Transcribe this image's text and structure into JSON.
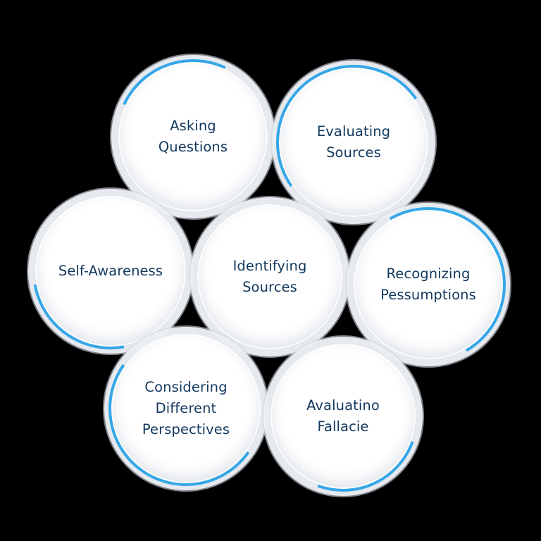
{
  "diagram": {
    "accent_color": "#35a7e8",
    "text_color": "#12385e",
    "background": "#000000",
    "bubbles": [
      {
        "id": "asking-questions",
        "lines": [
          "Asking",
          "Questions"
        ]
      },
      {
        "id": "evaluating-sources",
        "lines": [
          "Evaluating",
          "Sources"
        ]
      },
      {
        "id": "self-awareness",
        "lines": [
          "Self-Awareness"
        ]
      },
      {
        "id": "identifying-sources",
        "lines": [
          "Identifying",
          "Sources"
        ]
      },
      {
        "id": "recognizing-pessumptions",
        "lines": [
          "Recognizing",
          "Pessumptions"
        ]
      },
      {
        "id": "considering-different-perspectives",
        "lines": [
          "Considering",
          "Different",
          "Perspectives"
        ]
      },
      {
        "id": "avaluatino-fallacie",
        "lines": [
          "Avaluatino",
          "Fallacie"
        ]
      }
    ]
  }
}
